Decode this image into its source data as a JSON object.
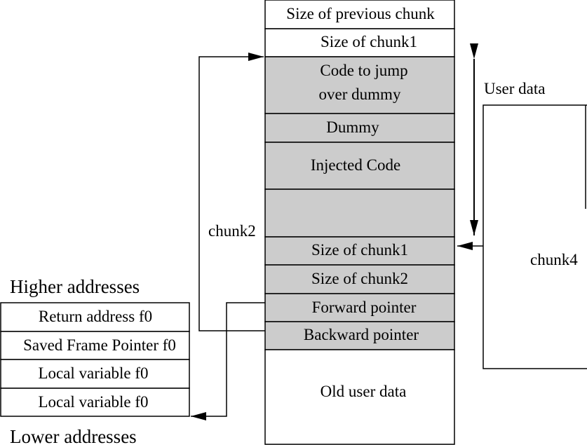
{
  "heap": {
    "cells": [
      {
        "label": "Size of previous chunk",
        "shaded": false
      },
      {
        "label": "Size of chunk1",
        "shaded": false
      },
      {
        "label": [
          "Code to jump",
          "over dummy"
        ],
        "shaded": true
      },
      {
        "label": "Dummy",
        "shaded": true
      },
      {
        "label": "Injected Code",
        "shaded": true
      },
      {
        "label": "",
        "shaded": true
      },
      {
        "label": "Size of chunk1",
        "shaded": true
      },
      {
        "label": "Size of chunk2",
        "shaded": true
      },
      {
        "label": "Forward pointer",
        "shaded": true
      },
      {
        "label": "Backward pointer",
        "shaded": true
      },
      {
        "label": "Old user data",
        "shaded": false
      }
    ]
  },
  "stack": {
    "top_label": "Higher addresses",
    "bottom_label": "Lower addresses",
    "cells": [
      "Return address f0",
      "Saved Frame Pointer f0",
      "Local variable f0",
      "Local variable f0"
    ]
  },
  "labels": {
    "user_data": "User data",
    "chunk2": "chunk2",
    "chunk4": "chunk4"
  },
  "colors": {
    "shaded": "#cccccc",
    "line": "#000000",
    "background": "#ffffff"
  }
}
